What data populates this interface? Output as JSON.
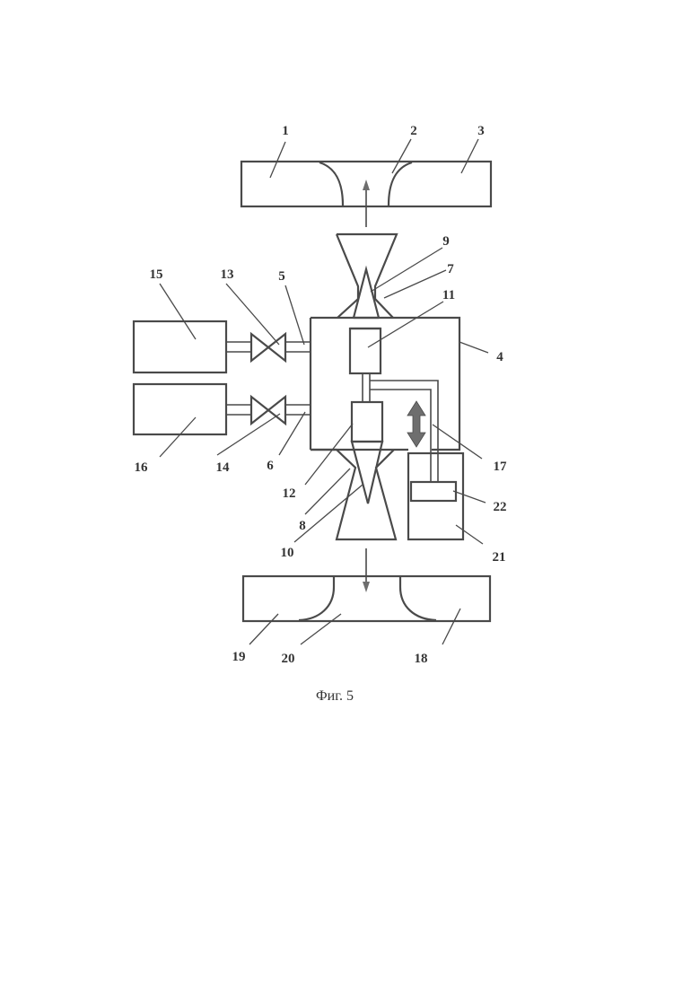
{
  "figure": {
    "caption": "Фиг. 5",
    "labels": {
      "n1": "1",
      "n2": "2",
      "n3": "3",
      "n4": "4",
      "n5": "5",
      "n6": "6",
      "n7": "7",
      "n8": "8",
      "n9": "9",
      "n10": "10",
      "n11": "11",
      "n12": "12",
      "n13": "13",
      "n14": "14",
      "n15": "15",
      "n16": "16",
      "n17": "17",
      "n18": "18",
      "n19": "19",
      "n20": "20",
      "n21": "21",
      "n22": "22"
    }
  },
  "colors": {
    "line": "#4a4a4a",
    "arrow_fill": "#6e6e6e",
    "text": "#333333"
  }
}
